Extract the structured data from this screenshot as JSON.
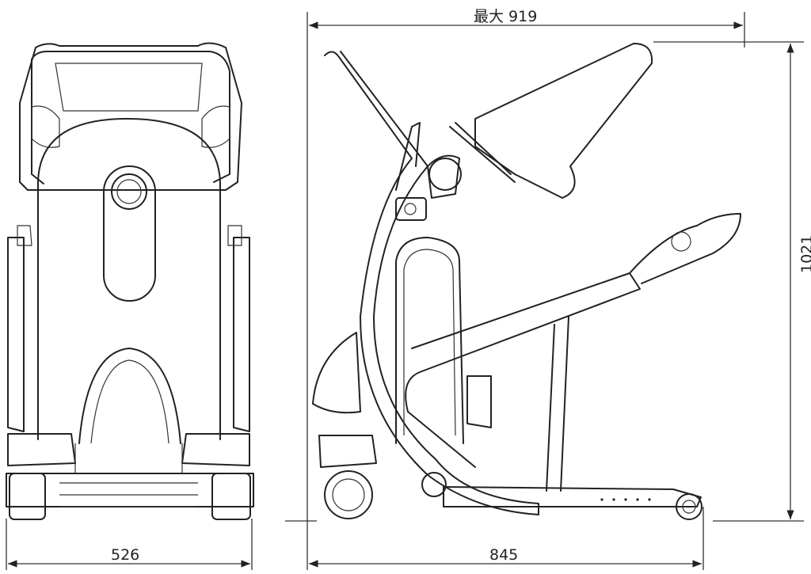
{
  "dimensions": {
    "max_width_label": "最大 919",
    "height_label": "1021",
    "front_width_label": "526",
    "side_length_label": "845"
  },
  "views": [
    "front-view",
    "side-view"
  ]
}
